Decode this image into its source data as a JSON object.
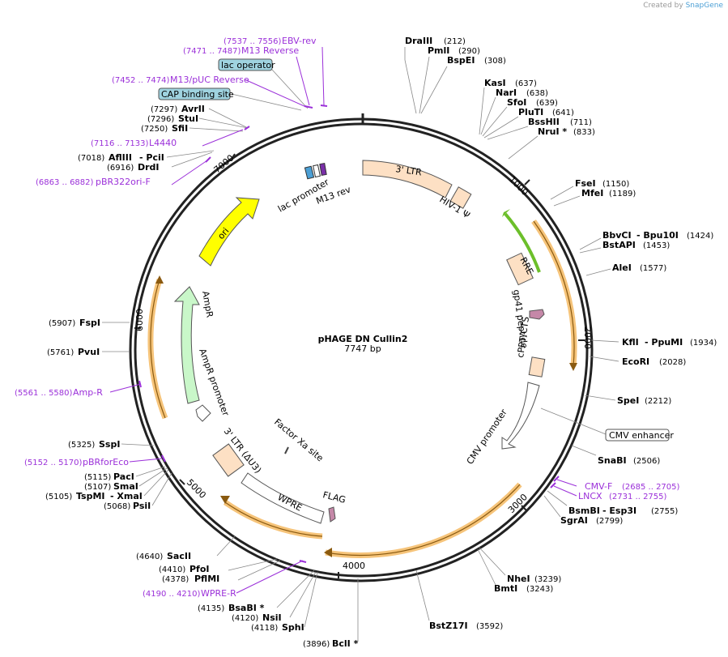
{
  "credit": {
    "prefix": "Created by",
    "brand": "SnapGene"
  },
  "plasmid": {
    "name": "pHAGE DN Cullin2",
    "length": "7747 bp"
  },
  "ticks": {
    "t1000": "1000",
    "t2000": "2000",
    "t3000": "3000",
    "t4000": "4000",
    "t5000": "5000",
    "t6000": "6000",
    "t7000": "7000"
  },
  "sites": [
    {
      "name": "DraIII",
      "pos": "(212)"
    },
    {
      "name": "PmlI",
      "pos": "(290)"
    },
    {
      "name": "BspEI",
      "pos": "(308)"
    },
    {
      "name": "KasI",
      "pos": "(637)"
    },
    {
      "name": "NarI",
      "pos": "(638)"
    },
    {
      "name": "SfoI",
      "pos": "(639)"
    },
    {
      "name": "PluTI",
      "pos": "(641)"
    },
    {
      "name": "BssHII",
      "pos": "(711)"
    },
    {
      "name": "NruI *",
      "pos": "(833)"
    },
    {
      "name": "FseI",
      "pos": "(1150)"
    },
    {
      "name": "MfeI",
      "pos": "(1189)"
    },
    {
      "name": "BbvCI",
      "name2": "- Bpu10I",
      "pos": "(1424)"
    },
    {
      "name": "BstAPI",
      "pos": "(1453)"
    },
    {
      "name": "AleI",
      "pos": "(1577)"
    },
    {
      "name": "KflI",
      "name2": "- PpuMI",
      "pos": "(1934)"
    },
    {
      "name": "EcoRI",
      "pos": "(2028)"
    },
    {
      "name": "SpeI",
      "pos": "(2212)"
    },
    {
      "name": "SnaBI",
      "pos": "(2506)"
    },
    {
      "name": "BsmBI",
      "name2": "- Esp3I",
      "pos": "(2755)"
    },
    {
      "name": "SgrAI",
      "pos": "(2799)"
    },
    {
      "name": "NheI",
      "pos": "(3239)"
    },
    {
      "name": "BmtI",
      "pos": "(3243)"
    },
    {
      "name": "BstZ17I",
      "pos": "(3592)"
    },
    {
      "name": "BclI *",
      "pos": "(3896)"
    },
    {
      "name": "SphI",
      "pos": "(4118)"
    },
    {
      "name": "NsiI",
      "pos": "(4120)"
    },
    {
      "name": "BsaBI *",
      "pos": "(4135)"
    },
    {
      "name": "PflMI",
      "pos": "(4378)"
    },
    {
      "name": "PfoI",
      "pos": "(4410)"
    },
    {
      "name": "SacII",
      "pos": "(4640)"
    },
    {
      "name": "PsiI",
      "pos": "(5068)"
    },
    {
      "name": "TspMI",
      "name2": "- XmaI",
      "pos": "(5105)"
    },
    {
      "name": "SmaI",
      "pos": "(5107)"
    },
    {
      "name": "PacI",
      "pos": "(5115)"
    },
    {
      "name": "SspI",
      "pos": "(5325)"
    },
    {
      "name": "PvuI",
      "pos": "(5761)"
    },
    {
      "name": "FspI",
      "pos": "(5907)"
    },
    {
      "name": "DrdI",
      "pos": "(6916)"
    },
    {
      "name": "AflIII",
      "name2": "- PciI",
      "pos": "(7018)"
    },
    {
      "name": "SfiI",
      "pos": "(7250)"
    },
    {
      "name": "StuI",
      "pos": "(7296)"
    },
    {
      "name": "AvrII",
      "pos": "(7297)"
    }
  ],
  "primers": [
    {
      "name": "EBV-rev",
      "range": "(7537 .. 7556)"
    },
    {
      "name": "M13 Reverse",
      "range": "(7471 .. 7487)"
    },
    {
      "name": "M13/pUC Reverse",
      "range": "(7452 .. 7474)"
    },
    {
      "name": "L4440",
      "range": "(7116 .. 7133)"
    },
    {
      "name": "pBR322ori-F",
      "range": "(6863 .. 6882)"
    },
    {
      "name": "Amp-R",
      "range": "(5561 .. 5580)"
    },
    {
      "name": "pBRforEco",
      "range": "(5152 .. 5170)"
    },
    {
      "name": "WPRE-R",
      "range": "(4190 .. 4210)"
    },
    {
      "name": "CMV-F",
      "range": "(2685 .. 2705)"
    },
    {
      "name": "LNCX",
      "range": "(2731 .. 2755)"
    }
  ],
  "boxed": {
    "lac_operator": "lac operator",
    "cap": "CAP binding site",
    "cmv_enhancer": "CMV enhancer"
  },
  "features": {
    "ltr3": "3' LTR",
    "hiv": "HIV-1 Ψ",
    "rre": "RRE",
    "gp41": "gp41 peptide",
    "cppt": "cPPT/CTS",
    "cmv_promoter": "CMV promoter",
    "flag": "FLAG",
    "wpre": "WPRE",
    "factor_xa": "Factor Xa site",
    "ltr3_du3": "3' LTR (ΔU3)",
    "ampr_promoter": "AmpR promoter",
    "ampr": "AmpR",
    "ori": "ori",
    "lac_promoter": "lac promoter",
    "m13_rev": "M13 rev"
  },
  "colors": {
    "primer": "#9b30d9",
    "ltr_fill": "#fde0c4",
    "orf": "#f2a93b",
    "ori": "#ffff00",
    "ampr": "#c9f7c9",
    "rre_arrow": "#6cbf2a",
    "feature_box": "#9fd3e0"
  }
}
